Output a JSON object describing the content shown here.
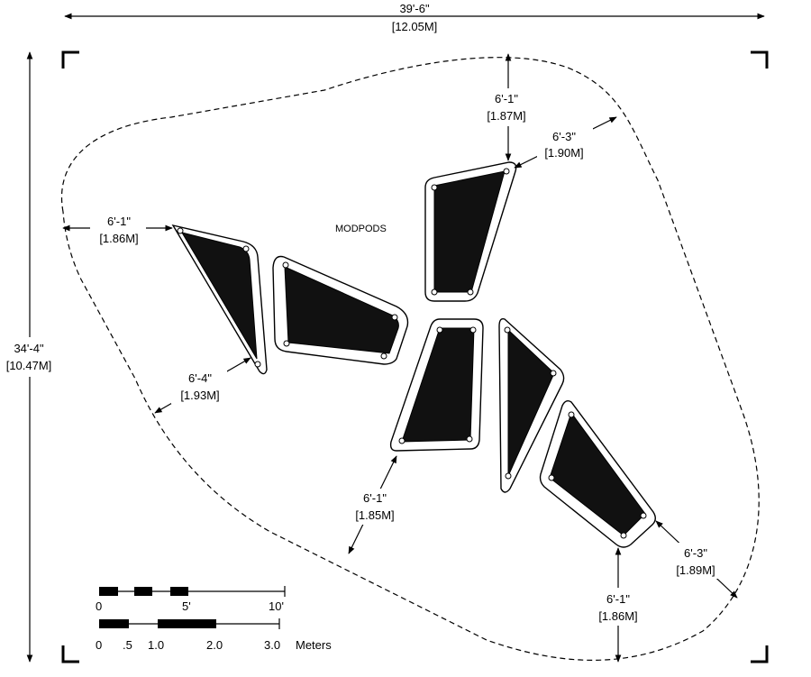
{
  "overall": {
    "width_ft": "39'-6\"",
    "width_m": "[12.05M]",
    "height_ft": "34'-4\"",
    "height_m": "[10.47M]"
  },
  "product_label": "MODPODS",
  "clearances": [
    {
      "id": "top",
      "ft": "6'-1\"",
      "m": "[1.87M]"
    },
    {
      "id": "top-right",
      "ft": "6'-3\"",
      "m": "[1.90M]"
    },
    {
      "id": "left",
      "ft": "6'-1\"",
      "m": "[1.86M]"
    },
    {
      "id": "lower-left",
      "ft": "6'-4\"",
      "m": "[1.93M]"
    },
    {
      "id": "bottom-center",
      "ft": "6'-1\"",
      "m": "[1.85M]"
    },
    {
      "id": "bottom-right",
      "ft": "6'-3\"",
      "m": "[1.89M]"
    },
    {
      "id": "bottom",
      "ft": "6'-1\"",
      "m": "[1.86M]"
    }
  ],
  "scale_feet": {
    "labels": [
      "0",
      "5'",
      "10'"
    ]
  },
  "scale_meters": {
    "labels": [
      "0",
      ".5",
      "1.0",
      "2.0",
      "3.0"
    ],
    "unit": "Meters"
  }
}
